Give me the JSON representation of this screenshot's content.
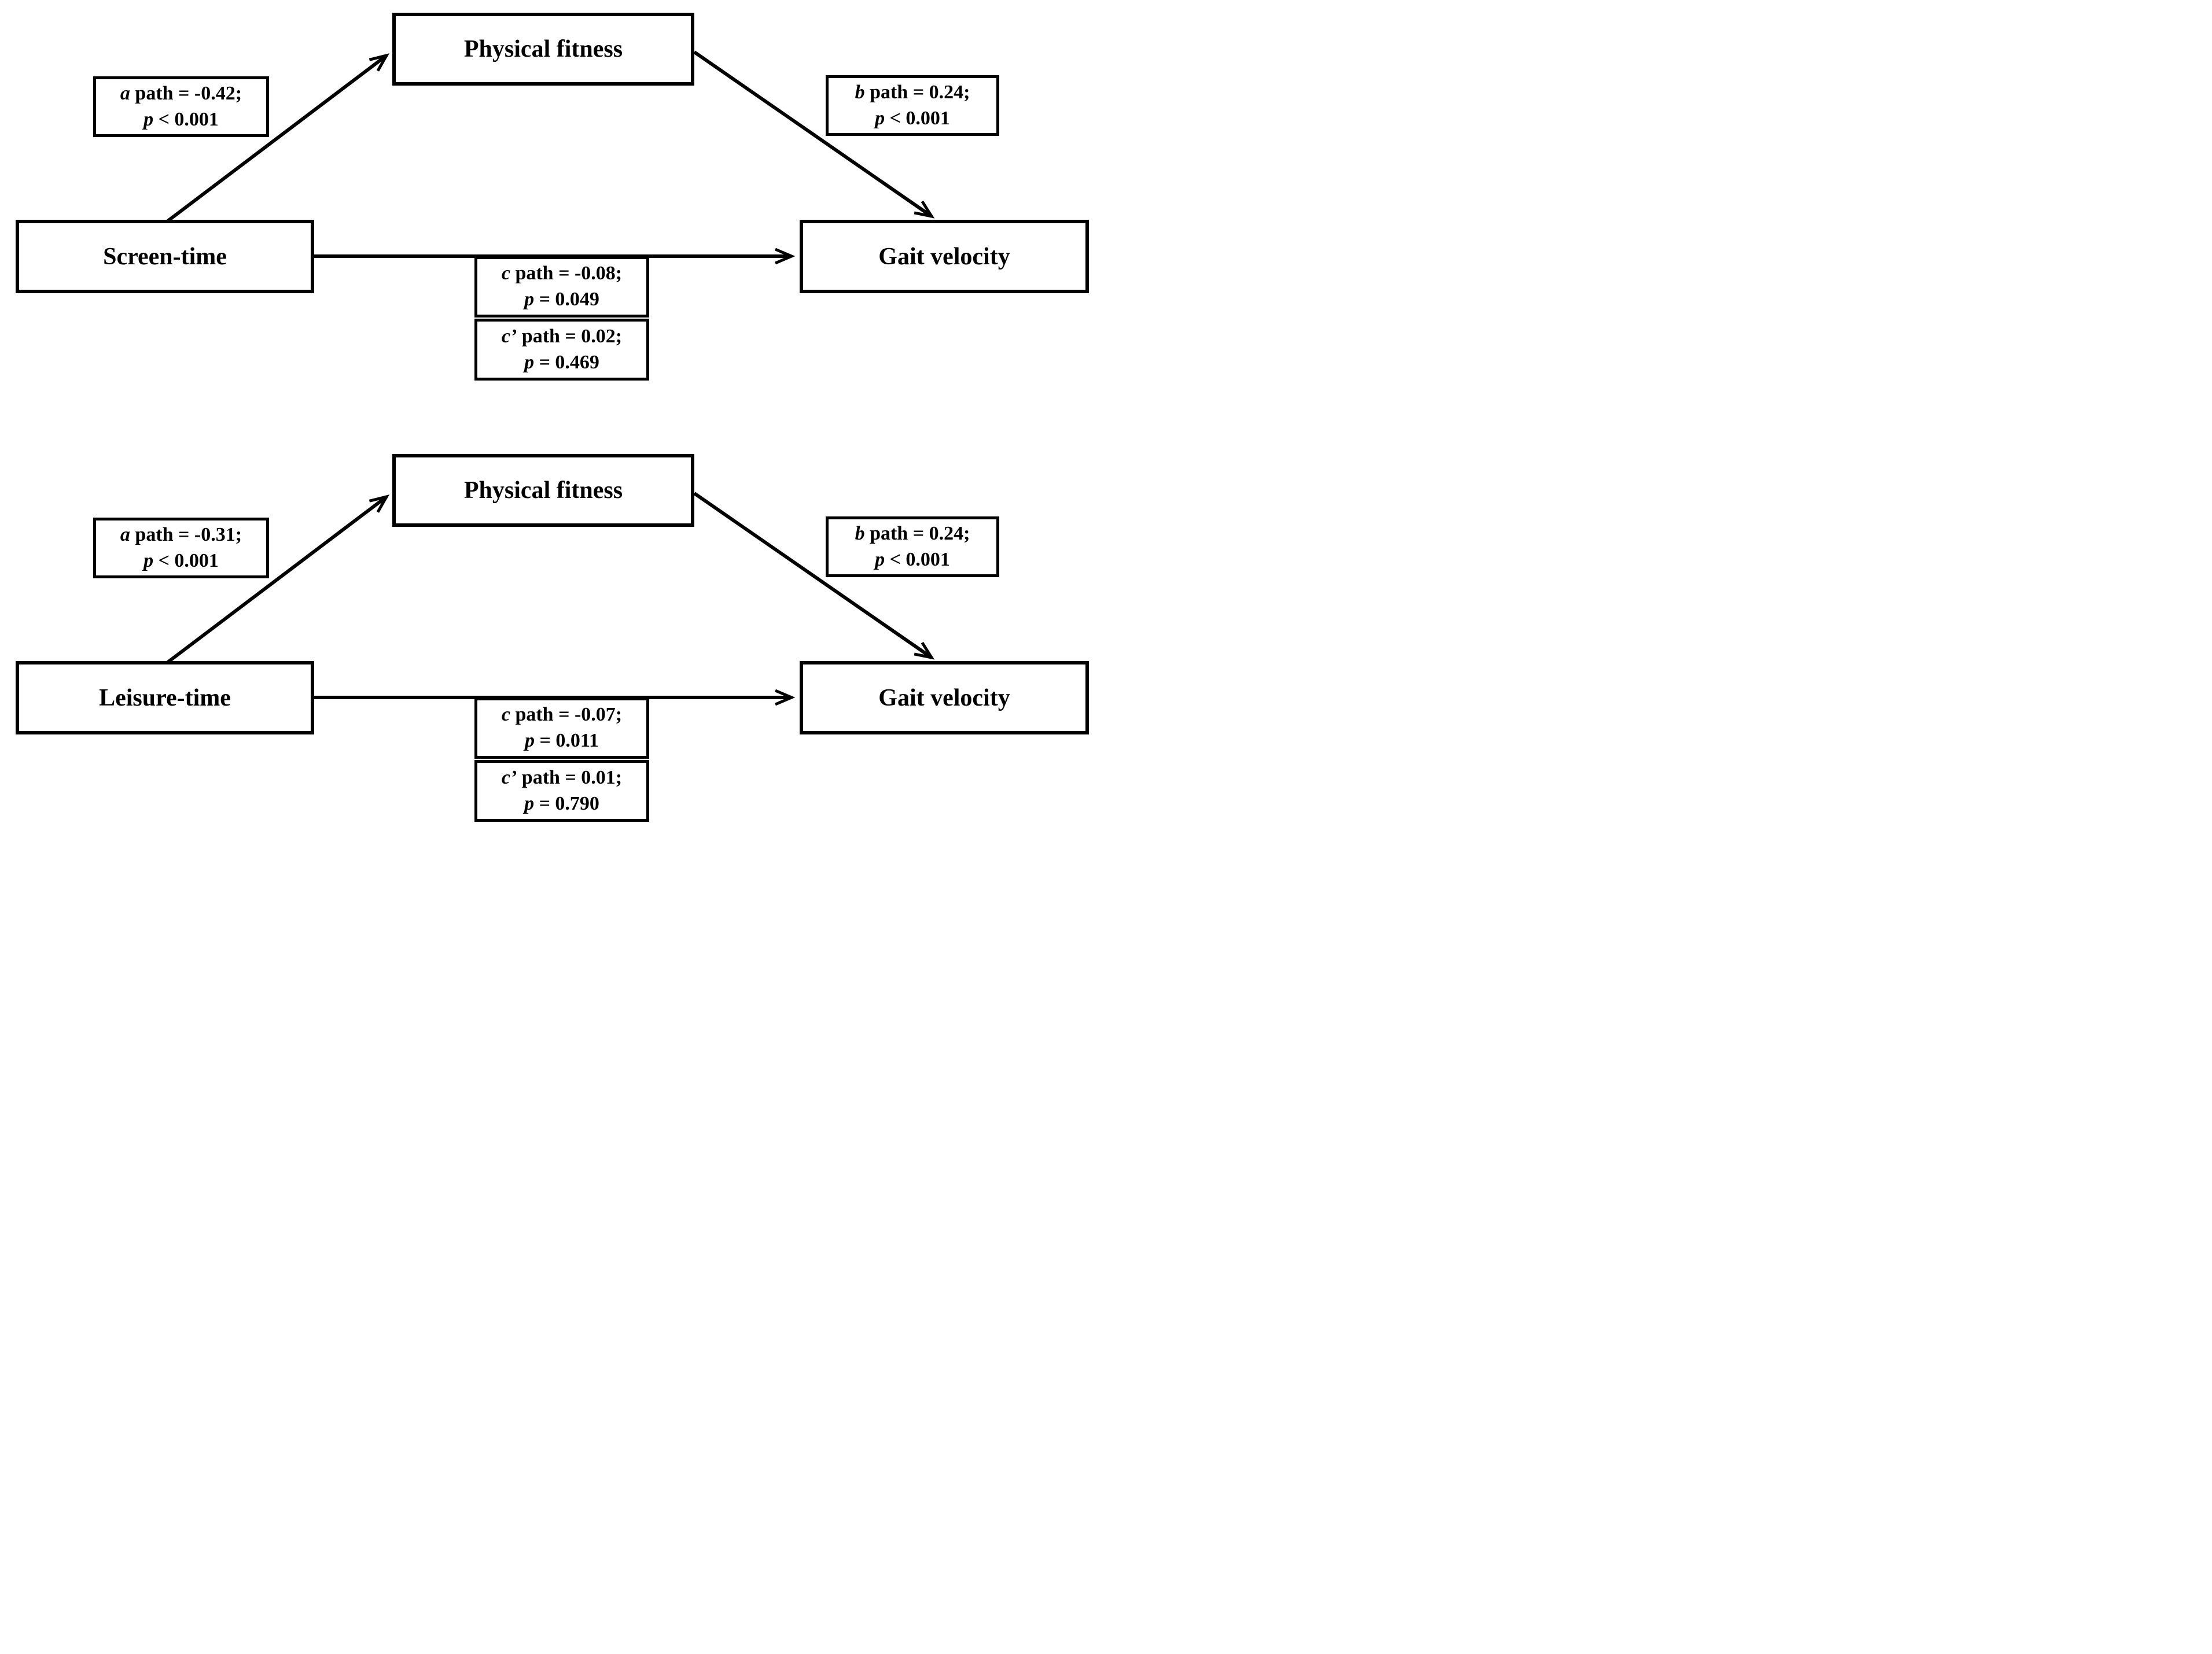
{
  "figure": {
    "description": "Two mediation path diagrams: physical fitness mediating the association between activity type and gait velocity",
    "colors": {
      "line": "#000000",
      "box_background": "#ffffff",
      "text": "#000000"
    },
    "panels": [
      {
        "predictor": "Screen-time",
        "mediator": "Physical fitness",
        "outcome": "Gait velocity",
        "a": {
          "lead": "a",
          "main": " path = -0.42;",
          "p_lead": "p",
          "p_main": " < 0.001"
        },
        "b": {
          "lead": "b",
          "main": " path = 0.24;",
          "p_lead": "p",
          "p_main": " < 0.001"
        },
        "c": {
          "lead": "c",
          "main": " path = -0.08;",
          "p_lead": "p",
          "p_main": " = 0.049"
        },
        "c_prime": {
          "lead": "c’",
          "main": " path = 0.02;",
          "p_lead": "p",
          "p_main": " = 0.469"
        }
      },
      {
        "predictor": "Leisure-time",
        "mediator": "Physical fitness",
        "outcome": "Gait velocity",
        "a": {
          "lead": "a",
          "main": " path = -0.31;",
          "p_lead": "p",
          "p_main": " < 0.001"
        },
        "b": {
          "lead": "b",
          "main": " path = 0.24;",
          "p_lead": "p",
          "p_main": " < 0.001"
        },
        "c": {
          "lead": "c",
          "main": " path = -0.07;",
          "p_lead": "p",
          "p_main": " = 0.011"
        },
        "c_prime": {
          "lead": "c’",
          "main": " path = 0.01;",
          "p_lead": "p",
          "p_main": " = 0.790"
        }
      }
    ]
  }
}
